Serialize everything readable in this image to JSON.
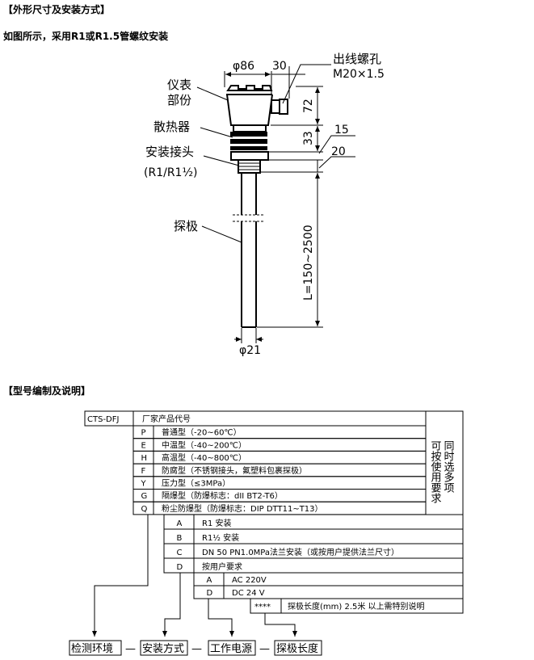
{
  "headings": {
    "dimensions": "【外形尺寸及安装方式】",
    "intro": "如图所示，采用R1或R1.5管螺纹安装",
    "model": "【型号编制及说明】"
  },
  "drawing": {
    "outlet_label": "出线螺孔",
    "outlet_spec": "M20×1.5",
    "instrument_l1": "仪表",
    "instrument_l2": "部份",
    "heatsink": "散热器",
    "fitting": "安装接头",
    "fitting_spec": "(R1/R1½)",
    "probe": "探极",
    "dim_diameter": "φ86",
    "dim_30": "30",
    "dim_72": "72",
    "dim_33": "33",
    "dim_15": "15",
    "dim_20": "20",
    "dim_length": "L=150~2500",
    "dim_rod": "φ21"
  },
  "table": {
    "model_code": "CTS-DFJ",
    "model_desc": "厂家产品代号",
    "side_note_1": "同时选多项",
    "side_note_2": "可按使用要求",
    "types": [
      {
        "code": "P",
        "desc": "普通型（-20~60℃）"
      },
      {
        "code": "E",
        "desc": "中温型（-40~200℃）"
      },
      {
        "code": "H",
        "desc": "高温型（-40~800℃）"
      },
      {
        "code": "F",
        "desc": "防腐型（不锈钢接头，氟塑料包裹探极）"
      },
      {
        "code": "Y",
        "desc": "压力型（≤3MPa）"
      },
      {
        "code": "G",
        "desc": "隔爆型（防爆标志：dII BT2-T6）"
      },
      {
        "code": "Q",
        "desc": "粉尘防爆型（防爆标志：DIP DTT11~T13）"
      }
    ],
    "mounting": [
      {
        "code": "A",
        "desc": "R1 安装"
      },
      {
        "code": "B",
        "desc": "R1½ 安装"
      },
      {
        "code": "C",
        "desc": "DN 50 PN1.0MPa法兰安装（或按用户提供法兰尺寸）"
      },
      {
        "code": "D",
        "desc": "按用户要求"
      }
    ],
    "power": [
      {
        "code": "A",
        "desc": "AC 220V"
      },
      {
        "code": "D",
        "desc": "DC 24 V"
      }
    ],
    "length": {
      "code": "****",
      "desc": "探极长度(mm) 2.5米 以上需特别说明"
    }
  },
  "legend": {
    "env": "检测环境",
    "mount": "安装方式",
    "power": "工作电源",
    "length": "探极长度",
    "sep": "—"
  }
}
